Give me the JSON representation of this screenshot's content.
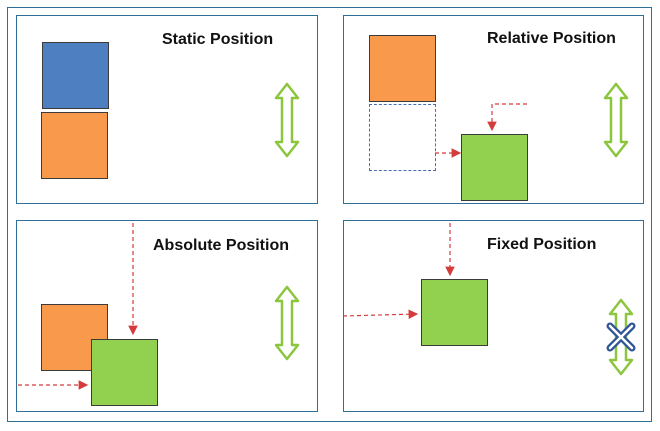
{
  "panels": {
    "static": {
      "title": "Static Position"
    },
    "relative": {
      "title": "Relative Position"
    },
    "absolute": {
      "title": "Absolute Position"
    },
    "fixed": {
      "title": "Fixed Position"
    }
  },
  "icons": {
    "scroll": "double-headed-arrow-icon",
    "no_scroll": "cross-icon"
  },
  "colors": {
    "border": "#2e6f96",
    "blue": "#4e7fc0",
    "orange": "#f8994c",
    "green": "#92d050",
    "arrow": "#d43b3b",
    "scroll_arrow": "#8cc63f",
    "cross": "#2f5597"
  }
}
